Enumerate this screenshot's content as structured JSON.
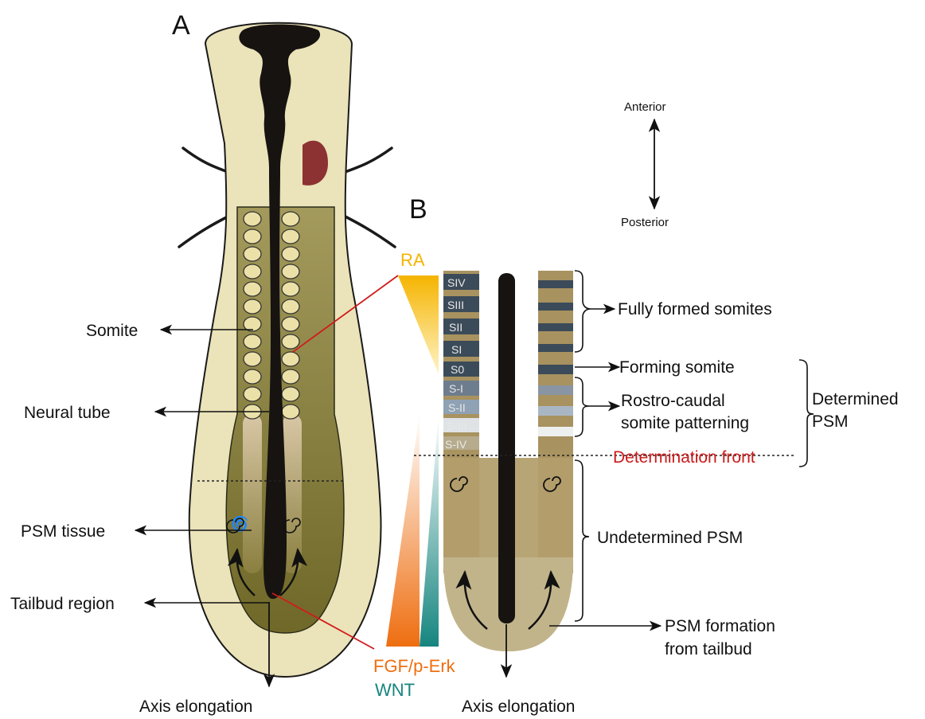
{
  "panels": {
    "a": "A",
    "b": "B"
  },
  "axis_legend": {
    "anterior": "Anterior",
    "posterior": "Posterior"
  },
  "panel_a_labels": {
    "somite": "Somite",
    "neural_tube": "Neural tube",
    "psm_tissue": "PSM tissue",
    "tailbud_region": "Tailbud region",
    "axis_elongation": "Axis elongation"
  },
  "gradients": {
    "ra": "RA",
    "fgf": "FGF/p-Erk",
    "wnt": "WNT",
    "colors": {
      "ra": "#f5b400",
      "fgf": "#f07a12",
      "wnt": "#1e9690"
    }
  },
  "somite_labels": [
    "SIV",
    "SIII",
    "SII",
    "SI",
    "S0",
    "S-I",
    "S-II",
    "S-III",
    "S-IV"
  ],
  "panel_b_labels": {
    "fully_formed": "Fully formed somites",
    "forming": "Forming somite",
    "rostro1": "Rostro-caudal",
    "rostro2": "somite patterning",
    "determination_front": "Determination front",
    "determined1": "Determined",
    "determined2": "PSM",
    "undetermined": "Undetermined PSM",
    "psm_formation1": "PSM formation",
    "psm_formation2": "from tailbud",
    "axis_elongation": "Axis elongation"
  },
  "colors": {
    "embryo_fill": "#ebe3b9",
    "psm": "#8a7f3f",
    "neural": "#161311",
    "somite_dark": "#3c4b59",
    "heart": "#8c3232",
    "determination_front": "#cc1a1a",
    "connector": "#d01c1c"
  }
}
